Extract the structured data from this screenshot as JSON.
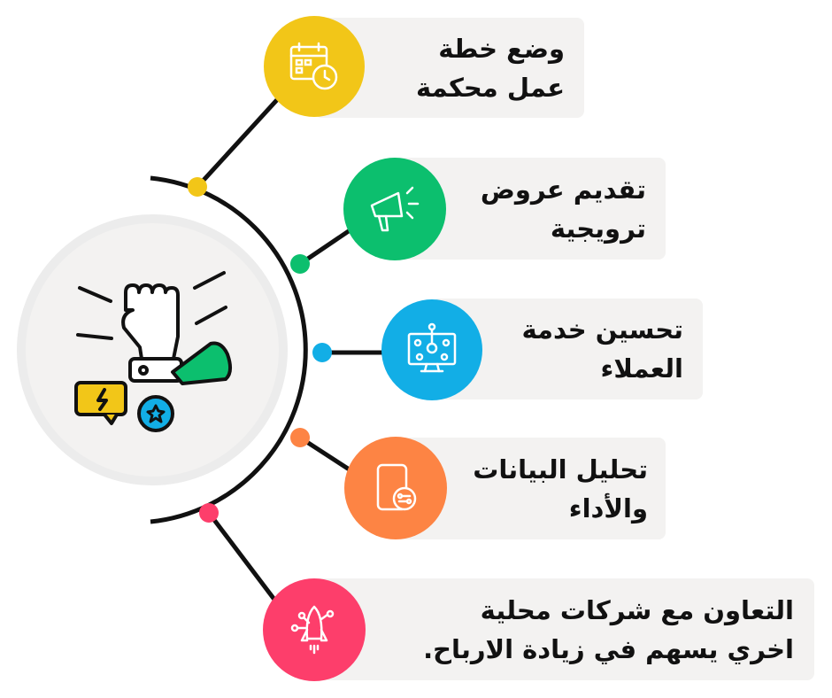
{
  "colors": {
    "yellow": "#f2c618",
    "green": "#0cbf6e",
    "blue": "#12aee6",
    "orange": "#fd8444",
    "pink": "#fd3e6b",
    "box": "#f3f2f1"
  },
  "center": {
    "icon": "fist-megaphone-icon"
  },
  "items": [
    {
      "line1": "وضع خطة",
      "line2": "عمل محكمة",
      "icon": "calendar-clock-icon",
      "color": "#f2c618"
    },
    {
      "line1": "تقديم عروض",
      "line2": "ترويجية",
      "icon": "megaphone-icon",
      "color": "#0cbf6e"
    },
    {
      "line1": "تحسين خدمة",
      "line2": "العملاء",
      "icon": "monitor-network-icon",
      "color": "#12aee6"
    },
    {
      "line1": "تحليل البيانات",
      "line2": "والأداء",
      "icon": "phone-data-icon",
      "color": "#fd8444"
    },
    {
      "line1": "التعاون مع شركات محلية",
      "line2": "اخري يسهم في زيادة الارباح.",
      "icon": "rocket-network-icon",
      "color": "#fd3e6b"
    }
  ]
}
